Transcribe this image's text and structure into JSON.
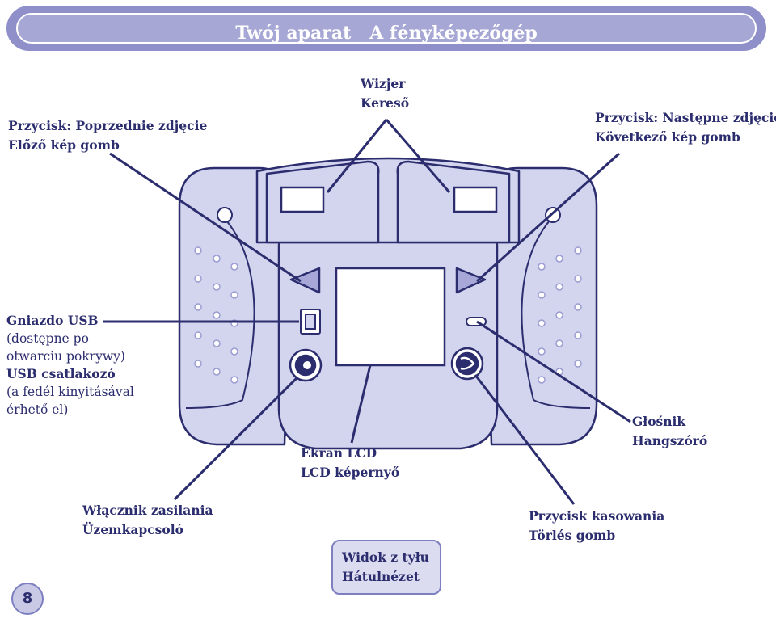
{
  "header": {
    "title": "Twój aparat   A fényképezőgép"
  },
  "labels": {
    "prev": [
      "Przycisk: Poprzednie zdjęcie",
      "Előző kép gomb"
    ],
    "viewfinder": [
      "Wizjer",
      "Kereső"
    ],
    "next": [
      "Przycisk: Następne zdjęcie",
      "Következő kép gomb"
    ],
    "usb": [
      "Gniazdo USB",
      "(dostępne po",
      "otwarciu pokrywy)",
      "USB csatlakozó",
      "(a fedél kinyitásával",
      "érhető el)"
    ],
    "lcd": [
      "Ekran LCD",
      "LCD képernyő"
    ],
    "speaker": [
      "Głośnik",
      "Hangszóró"
    ],
    "power": [
      "Włącznik zasilania",
      "Üzemkapcsoló"
    ],
    "delete": [
      "Przycisk kasowania",
      "Törlés gomb"
    ]
  },
  "view_box": [
    "Widok z tyłu",
    "Hátulnézet"
  ],
  "page_number": "8",
  "colors": {
    "outline": "#2b2d6e",
    "body_fill": "#d3d4ee",
    "accent": "#8f8fc9",
    "text": "#2b2d6e"
  }
}
